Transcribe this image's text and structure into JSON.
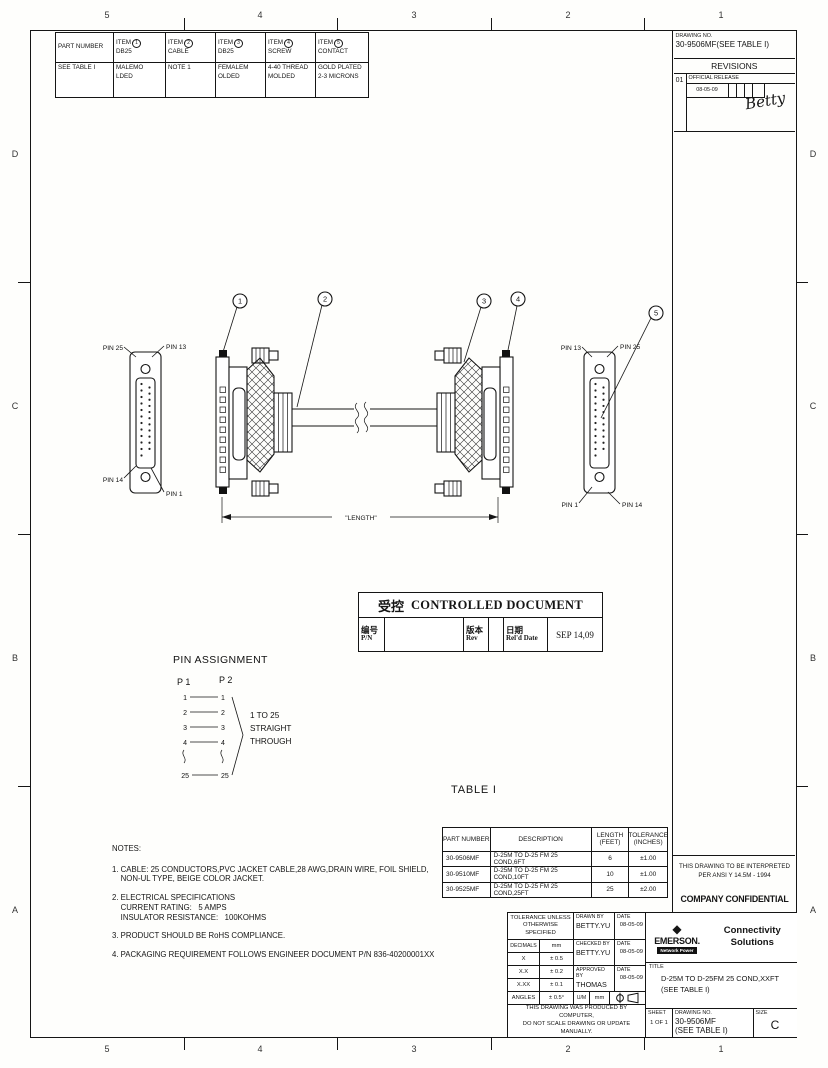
{
  "border_zones": {
    "cols": [
      "5",
      "4",
      "3",
      "2",
      "1"
    ],
    "rows": [
      "D",
      "C",
      "B",
      "A"
    ]
  },
  "parts_table": {
    "col0": {
      "header": "PART NUMBER",
      "value": "SEE TABLE I"
    },
    "items": [
      {
        "label": "ITEM",
        "num": "1",
        "sub": "DB25",
        "value": "MALEMO\nLDED"
      },
      {
        "label": "ITEM",
        "num": "2",
        "sub": "CABLE",
        "value": "NOTE 1"
      },
      {
        "label": "ITEM",
        "num": "3",
        "sub": "DB25",
        "value": "FEMALEM\nOLDED"
      },
      {
        "label": "ITEM",
        "num": "4",
        "sub": "SCREW",
        "value": "4-40 THREAD\nMOLDED"
      },
      {
        "label": "ITEM",
        "num": "5",
        "sub": "CONTACT",
        "value": "GOLD PLATED\n2-3 MICRONS"
      }
    ]
  },
  "revision_block": {
    "drawing_no_label": "DRAWING NO.",
    "drawing_no": "30-9506MF(SEE TABLE I)",
    "revisions_title": "REVISIONS",
    "rev": "01",
    "release": "OFFICIAL RELEASE",
    "date": "08-05-09",
    "signature": "Betty"
  },
  "diagram": {
    "balloons": [
      "1",
      "2",
      "3",
      "4",
      "5"
    ],
    "left_face": {
      "top_left": "PIN 25",
      "top_right": "PIN 13",
      "bottom_left": "PIN 14",
      "bottom_right": "PIN 1"
    },
    "right_face": {
      "top_left": "PIN 13",
      "top_right": "PIN 25",
      "bottom_left": "PIN 1",
      "bottom_right": "PIN 14"
    },
    "length_label": "\"LENGTH\""
  },
  "controlled_doc": {
    "stamp_cjk": "受控",
    "title": "CONTROLLED DOCUMENT",
    "pn_cjk": "编号",
    "pn_sub": "P/N",
    "rev_cjk": "版本",
    "rev_sub": "Rev",
    "date_cjk": "日期",
    "date_sub": "Rel'd Date",
    "date_value": "SEP 14,09"
  },
  "pin_assignment": {
    "title": "PIN ASSIGNMENT",
    "p1": "P 1",
    "p2": "P 2",
    "pins": [
      "1",
      "2",
      "3",
      "4",
      "25"
    ],
    "note_lines": [
      "1 TO 25",
      "STRAIGHT",
      "THROUGH"
    ]
  },
  "table1": {
    "title": "TABLE I",
    "headers": [
      "PART NUMBER",
      "DESCRIPTION",
      "LENGTH\n(FEET)",
      "TOLERANCE\n(INCHES)"
    ],
    "rows": [
      [
        "30-9506MF",
        "D-25M TO D-25 FM 25 COND,6FT",
        "6",
        "±1.00"
      ],
      [
        "30-9510MF",
        "D-25M TO D-25 FM 25 COND,10FT",
        "10",
        "±1.00"
      ],
      [
        "30-9525MF",
        "D-25M TO D-25 FM 25 COND,25FT",
        "25",
        "±2.00"
      ]
    ]
  },
  "notes": {
    "title": "NOTES:",
    "lines": [
      "1. CABLE: 25 CONDUCTORS,PVC JACKET CABLE,28 AWG,DRAIN WIRE, FOIL SHIELD,\n    NON-UL TYPE, BEIGE COLOR JACKET.",
      "2. ELECTRICAL SPECIFICATIONS\n    CURRENT RATING:   5 AMPS\n    INSULATOR RESISTANCE:   100KOHMS",
      "3. PRODUCT SHOULD BE RoHS COMPLIANCE.",
      "4. PACKAGING REQUIREMENT FOLLOWS ENGINEER DOCUMENT P/N 836-40200001XX"
    ]
  },
  "right_column": {
    "interpret_note": "THIS DRAWING TO BE INTERPRETED\nPER ANSI Y 14.5M - 1994",
    "confidential": "COMPANY CONFIDENTIAL"
  },
  "title_block": {
    "tolerance_header": "TOLERANCE UNLESS\nOTHERWISE SPECIFIED",
    "decimals_label": "DECIMALS",
    "decimals_unit": "mm",
    "tol_rows": [
      [
        "X",
        "± 0.5"
      ],
      [
        "X.X",
        "± 0.2"
      ],
      [
        "X.XX",
        "± 0.1"
      ],
      [
        "ANGLES",
        "± 0.5°"
      ]
    ],
    "drawn_by_label": "DRAWN BY",
    "drawn_by": "BETTY.YU",
    "checked_by_label": "CHECKED BY",
    "checked_by": "BETTY.YU",
    "approved_by_label": "APPROVED BY",
    "approved_by": "THOMAS",
    "date_label": "DATE",
    "dates": [
      "08-05-09",
      "08-05-09",
      "08-05-09"
    ],
    "um_label": "U/M",
    "um_value": "mm",
    "produced_note": "THIS DRAWING WAS PRODUCED BY COMPUTER,\nDO NOT SCALE DRAWING OR UPDATE MANUALLY.",
    "brand": {
      "name": "EMERSON.",
      "sub": "Network Power",
      "division": "Connectivity\nSolutions",
      "diamond": "◆"
    },
    "title_label": "TITLE",
    "title": "D-25M TO D-25FM 25 COND,XXFT\n(SEE TABLE I)",
    "sheet_label": "SHEET",
    "sheet": "1 OF 1",
    "drawing_no_label": "DRAWING NO.",
    "drawing_no": "30-9506MF\n(SEE TABLE I)",
    "size_label": "SIZE",
    "size": "C"
  }
}
